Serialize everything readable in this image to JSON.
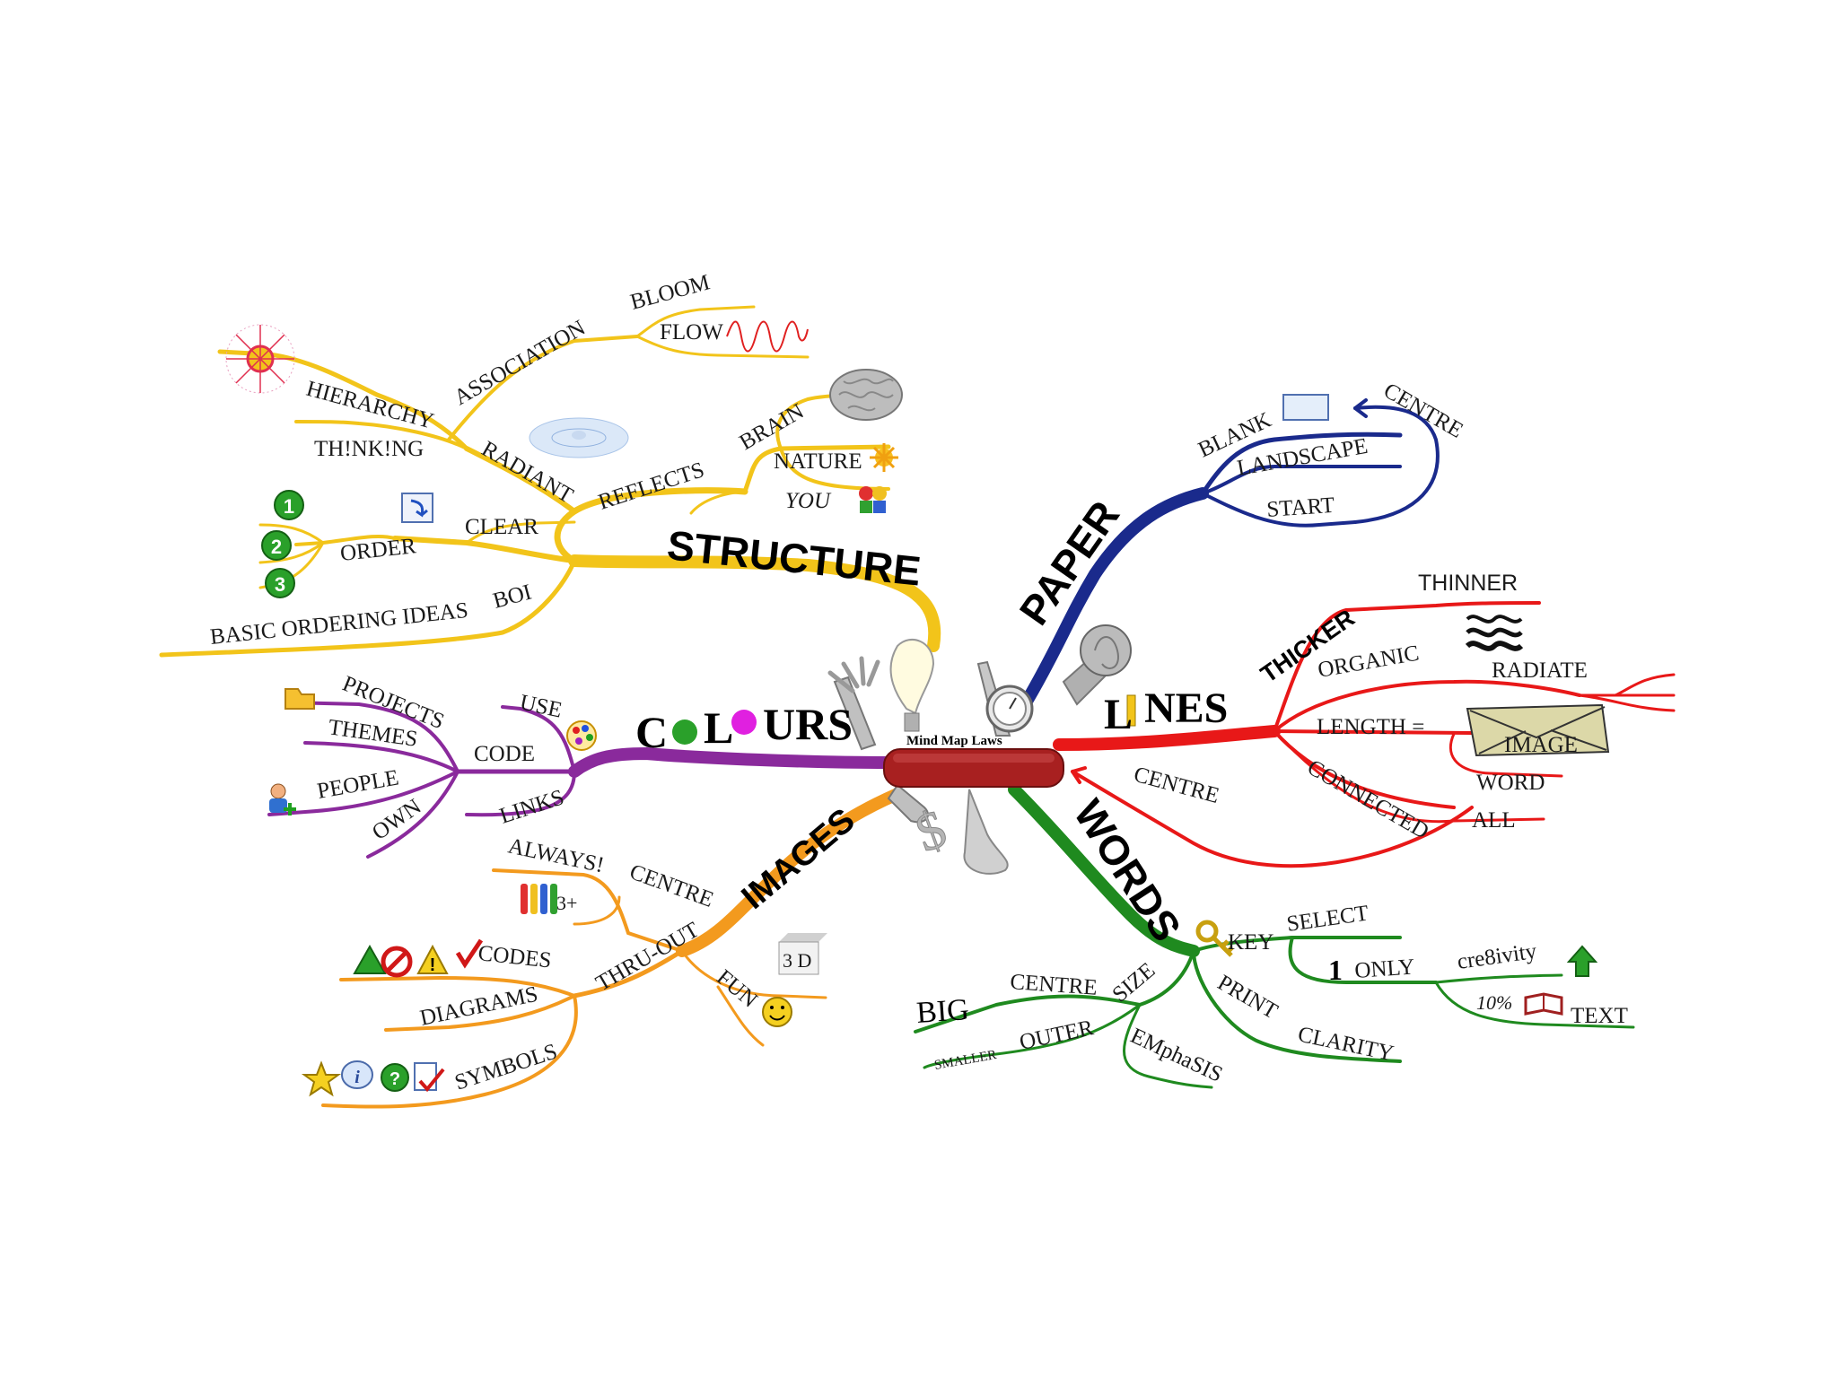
{
  "center": {
    "title": "Mind Map Laws"
  },
  "colors": {
    "structure": "#f2c41a",
    "colours": "#8a2a9c",
    "images": "#f39a1e",
    "paper": "#1a2a8c",
    "lines": "#e81818",
    "words": "#1f8a1f"
  },
  "branches": {
    "structure": {
      "label": "STRUCTURE",
      "association": "ASSOCIATION",
      "bloom": "BLOOM",
      "flow": "FLOW",
      "hierarchy": "HIERARCHY",
      "thinking": "TH!NK!NG",
      "radiant": "RADIANT",
      "reflects": "REFLECTS",
      "brain": "BRAIN",
      "nature": "NATURE",
      "you": "YOU",
      "clear": "CLEAR",
      "order": "ORDER",
      "boi": "BOI",
      "basic_ordering_ideas": "BASIC ORDERING IDEAS",
      "order_numbers": [
        "1",
        "2",
        "3"
      ]
    },
    "colours": {
      "label_c": "C",
      "label_l": "L",
      "label_urs": "URS",
      "projects": "PROJECTS",
      "themes": "THEMES",
      "code": "CODE",
      "use": "USE",
      "people": "PEOPLE",
      "own": "OWN",
      "links": "LINKS"
    },
    "images": {
      "label": "IMAGES",
      "always": "ALWAYS!",
      "centre": "CENTRE",
      "three_plus": "3+",
      "thru_out": "THRU-OUT",
      "codes": "CODES",
      "fun": "FUN",
      "three_d": "3 D",
      "diagrams": "DIAGRAMS",
      "symbols": "SYMBOLS"
    },
    "paper": {
      "label": "PAPER",
      "blank": "BLANK",
      "centre": "CENTRE",
      "landscape": "LANDSCAPE",
      "start": "START"
    },
    "lines": {
      "label_l": "L",
      "label_nes": "NES",
      "thicker": "THICKER",
      "thinner": "THINNER",
      "organic": "ORGANIC",
      "radiate": "RADIATE",
      "length": "LENGTH =",
      "image": "IMAGE",
      "word": "WORD",
      "connected": "CONNECTED",
      "all": "ALL",
      "centre": "CENTRE"
    },
    "words": {
      "label": "WORDS",
      "key": "KEY",
      "select": "SELECT",
      "one": "1",
      "only": "ONLY",
      "cre8ivity": "cre8ivity",
      "ten_pct": "10%",
      "text": "TEXT",
      "centre": "CENTRE",
      "size": "SIZE",
      "print": "PRINT",
      "big": "BIG",
      "outer": "OUTER",
      "smaller": "SMALLER",
      "emphasis": "EMphaSIS",
      "clarity": "CLARITY"
    }
  }
}
